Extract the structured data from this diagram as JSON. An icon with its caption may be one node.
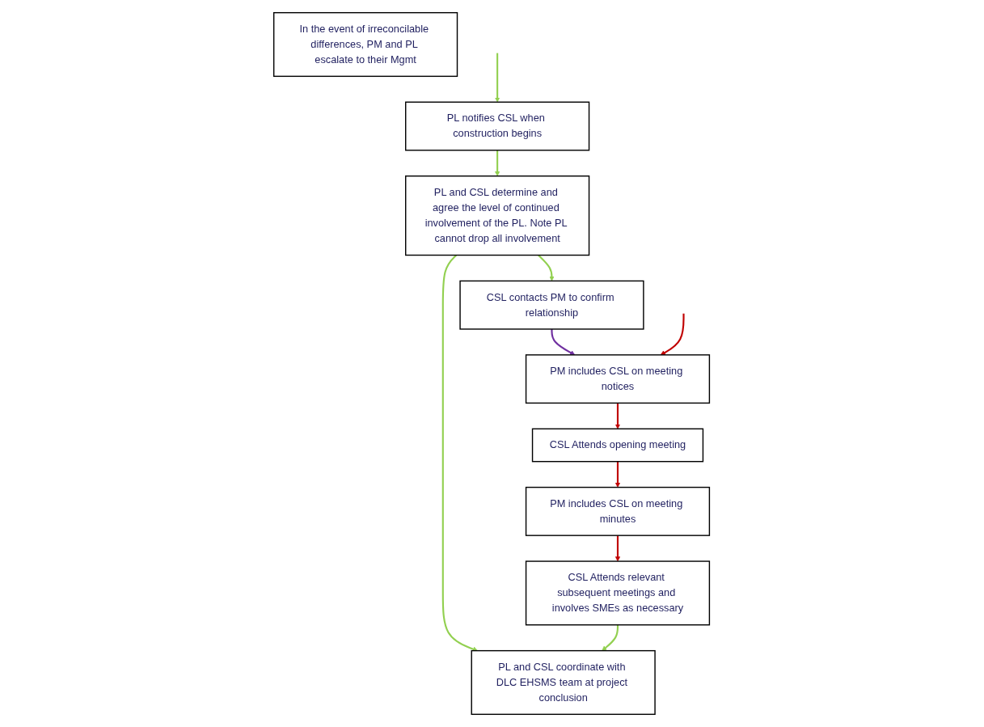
{
  "diagram": {
    "nodes": [
      {
        "text": [
          "PL notifies CSL when construction begins"
        ]
      },
      {
        "text": [
          "PL and CSL determine and agree the level of continued involvement of the PL. Note PL cannot drop all involvement"
        ]
      },
      {
        "text": [
          "CSL contacts PM to confirm relationship"
        ]
      },
      {
        "text": [
          "PL and CSL coordinate with DLC EHSMS team at project conclusion"
        ]
      },
      {
        "text": [
          "PM includes CSL on meeting notices"
        ]
      },
      {
        "text": [
          "CSL Attends opening meeting"
        ]
      },
      {
        "text": [
          "PM includes CSL on meeting minutes"
        ]
      },
      {
        "text": [
          "CSL Attends relevant subsequent meetings and involves SMEs as necessary"
        ]
      },
      {
        "text": [
          "In the event of irreconcilable differences, PM and PL escalate to their Mgmt"
        ]
      }
    ],
    "edges": [
      {
        "from": null,
        "to": 0,
        "arrow": "to"
      },
      {
        "from": 0,
        "to": 1,
        "arrow": "to"
      },
      {
        "from": 1,
        "to": 2,
        "arrow": "to"
      },
      {
        "from": 1,
        "to": 3,
        "arrow": "to"
      },
      {
        "from": 2,
        "to": 4,
        "arrow": "to",
        "color": "#7030a0"
      },
      {
        "from": null,
        "to": 4,
        "arrow": "to",
        "color": "#c00000"
      },
      {
        "from": 4,
        "to": 5,
        "arrow": "to",
        "color": "#c00000"
      },
      {
        "from": 5,
        "to": 6,
        "arrow": "to",
        "color": "#c00000"
      },
      {
        "from": 6,
        "to": 7,
        "arrow": "to",
        "color": "#c00000"
      },
      {
        "from": 7,
        "to": 3,
        "arrow": "to"
      }
    ]
  }
}
